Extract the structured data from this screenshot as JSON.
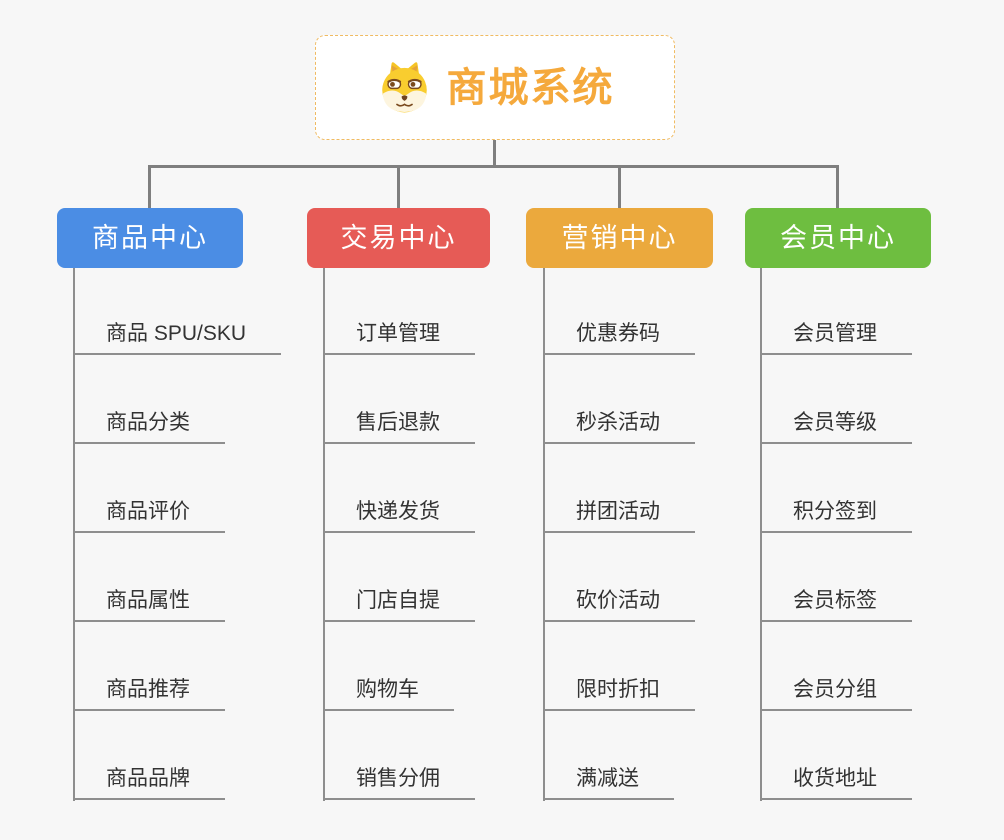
{
  "root": {
    "title": "商城系统",
    "icon": "doge-face-icon",
    "title_color": "#f5a93c",
    "border_color": "#f0bb62",
    "background": "#ffffff"
  },
  "palette": {
    "page_background": "#f7f7f7",
    "connector_color": "#7f7f7f",
    "leaf_line_color": "#8e8e8e",
    "leaf_text_color": "#333333"
  },
  "branches": [
    {
      "label": "商品中心",
      "color": "#4b8de4",
      "items": [
        "商品 SPU/SKU",
        "商品分类",
        "商品评价",
        "商品属性",
        "商品推荐",
        "商品品牌"
      ]
    },
    {
      "label": "交易中心",
      "color": "#e65b56",
      "items": [
        "订单管理",
        "售后退款",
        "快递发货",
        "门店自提",
        "购物车",
        "销售分佣"
      ]
    },
    {
      "label": "营销中心",
      "color": "#eba93d",
      "items": [
        "优惠券码",
        "秒杀活动",
        "拼团活动",
        "砍价活动",
        "限时折扣",
        "满减送"
      ]
    },
    {
      "label": "会员中心",
      "color": "#6ebe40",
      "items": [
        "会员管理",
        "会员等级",
        "积分签到",
        "会员标签",
        "会员分组",
        "收货地址"
      ]
    }
  ]
}
